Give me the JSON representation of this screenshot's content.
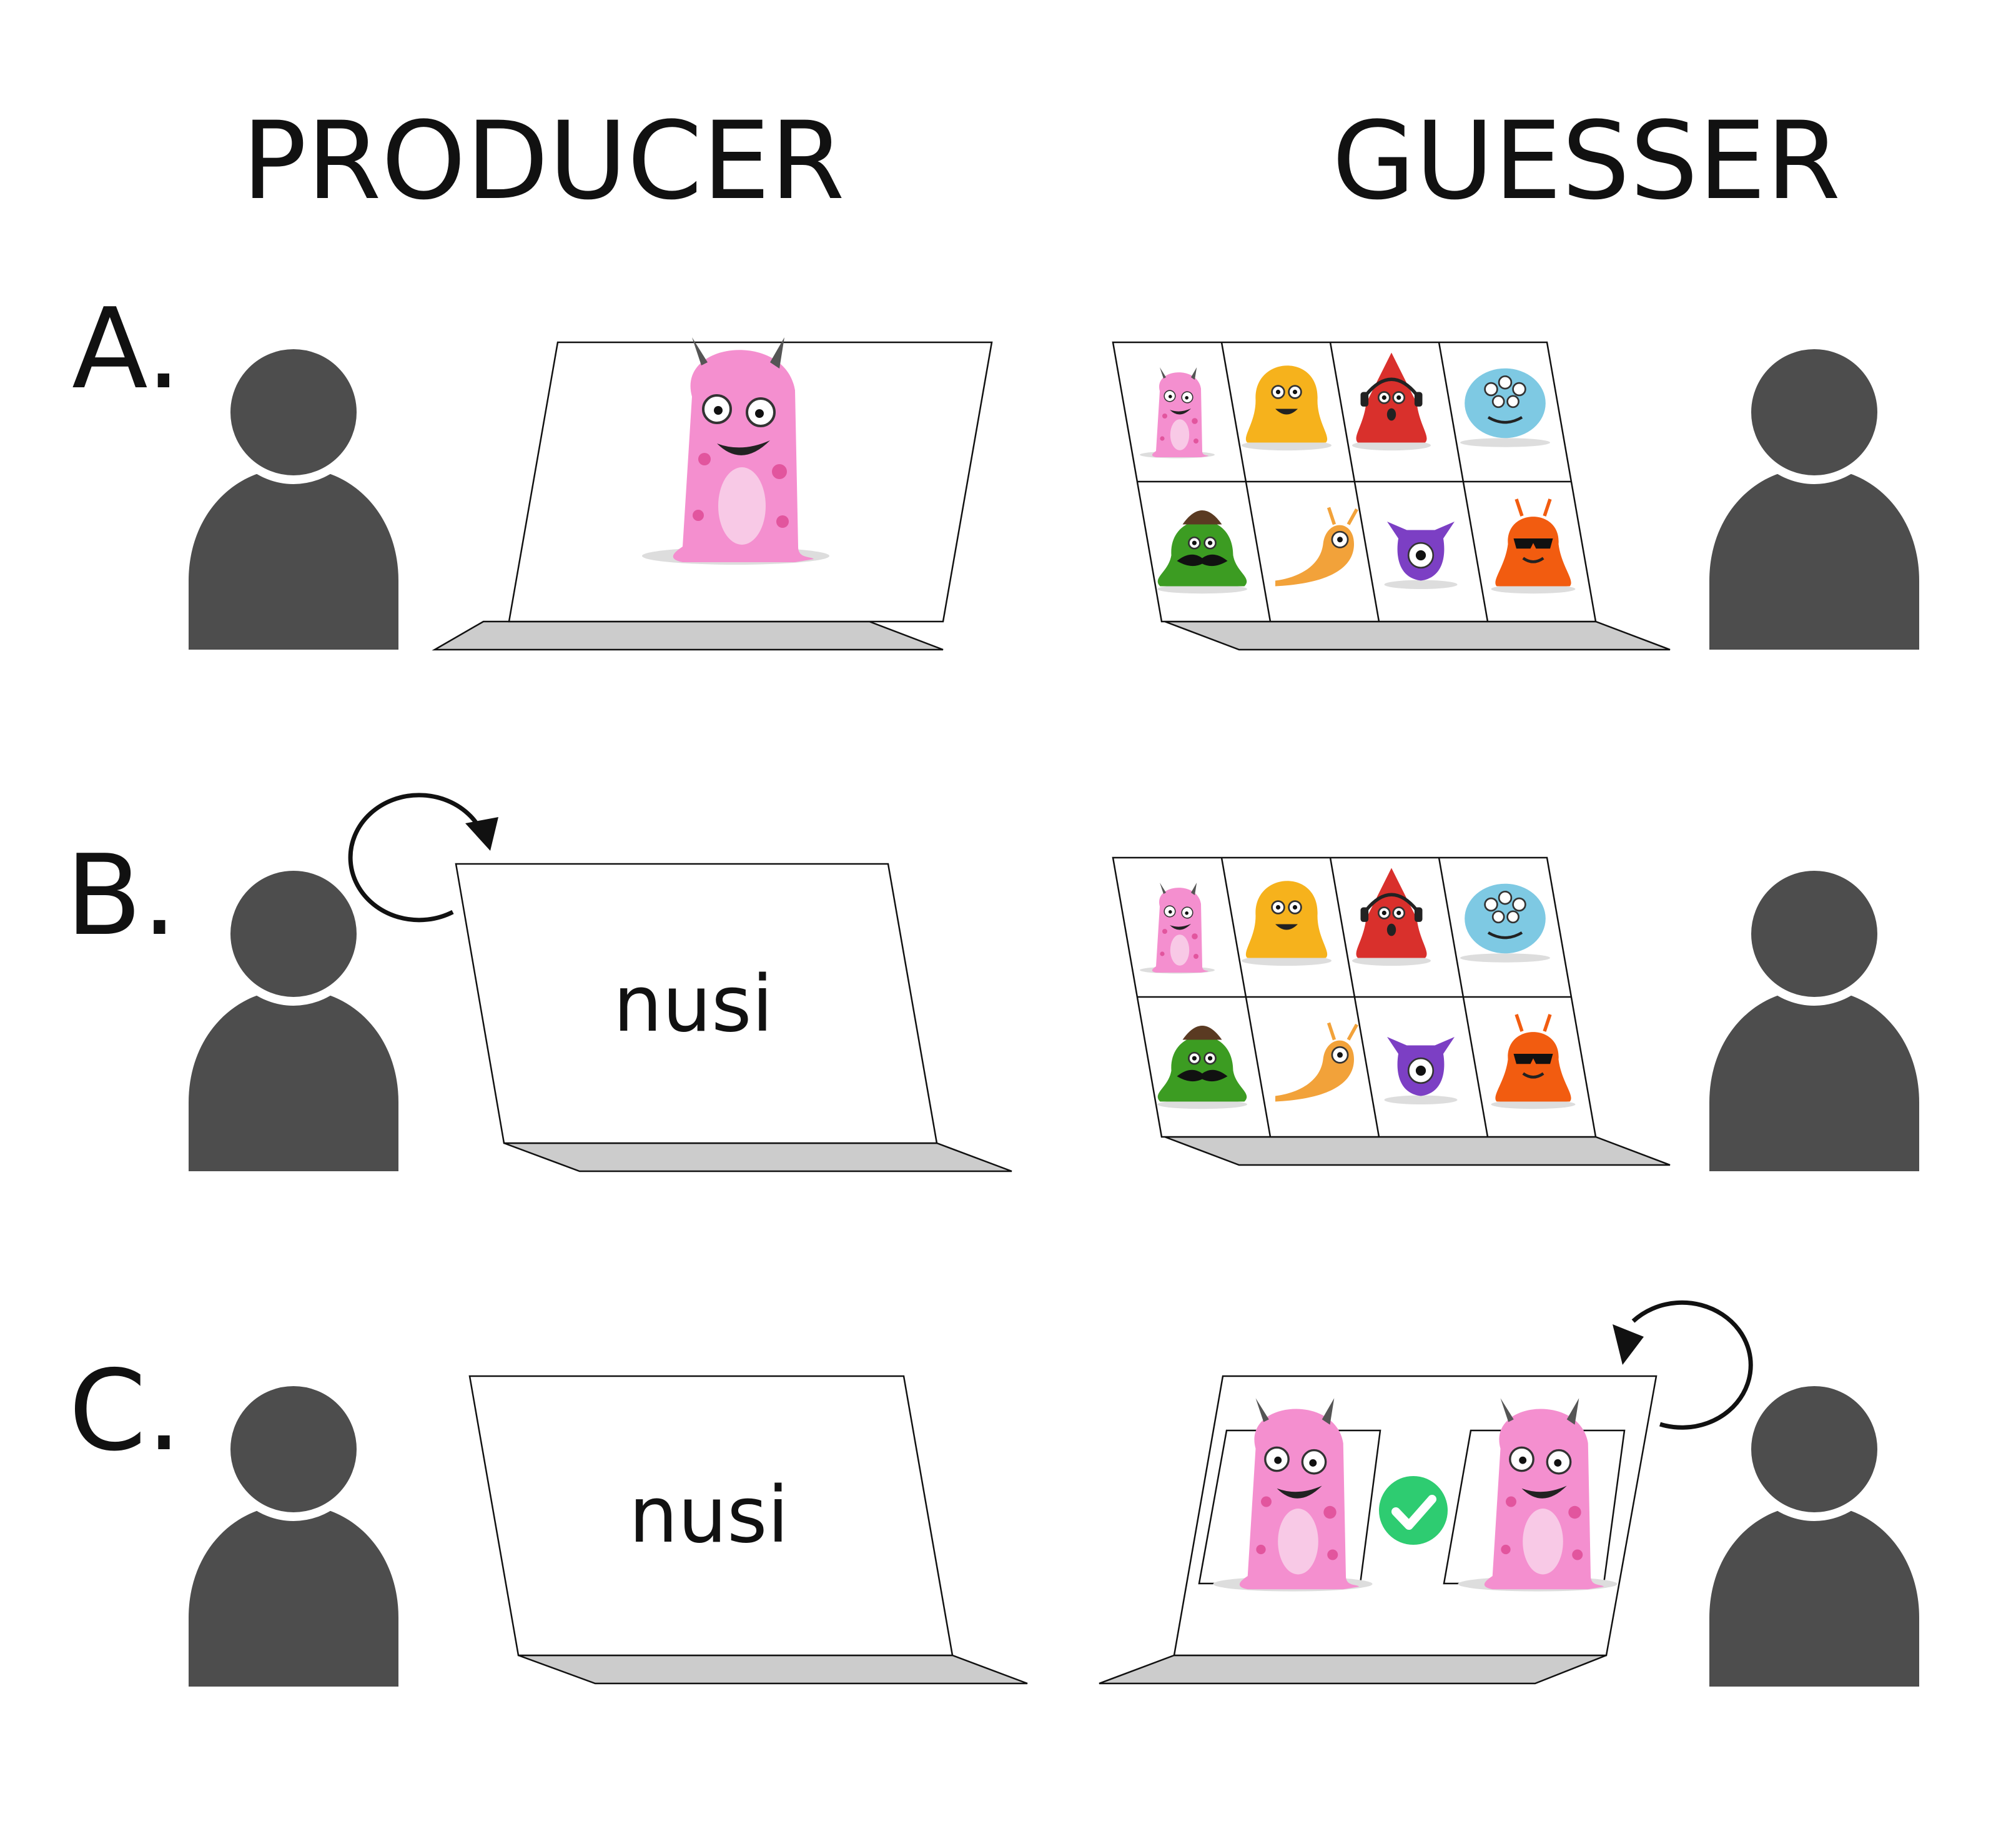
{
  "headers": {
    "producer": "PRODUCER",
    "guesser": "GUESSER"
  },
  "rows": [
    {
      "label": "A.",
      "producer_screen": "monster",
      "guesser_screen": "grid"
    },
    {
      "label": "B.",
      "producer_screen": "word",
      "producer_word": "nusi",
      "producer_rotate_icon": "rotate-icon",
      "guesser_screen": "grid"
    },
    {
      "label": "C.",
      "producer_screen": "word",
      "producer_word": "nusi",
      "guesser_screen": "feedback",
      "guesser_rotate_icon": "rotate-icon",
      "feedback_icon": "check-icon"
    }
  ],
  "monsters": [
    {
      "name": "pink-horned-monster",
      "color": "#f48fcf"
    },
    {
      "name": "yellow-blob-monster",
      "color": "#f6b21c"
    },
    {
      "name": "red-headphone-monster",
      "color": "#d9302c"
    },
    {
      "name": "blue-fluffy-monster",
      "color": "#7ec9e3"
    },
    {
      "name": "green-mustache-monster",
      "color": "#3c9c22"
    },
    {
      "name": "orange-slug-monster",
      "color": "#f2a23a"
    },
    {
      "name": "purple-cyclops-monster",
      "color": "#7c3fc4"
    },
    {
      "name": "orange-sunglasses-monster",
      "color": "#f25c10"
    }
  ],
  "colors": {
    "person": "#4d4d4d",
    "keyboard": "#cccccc",
    "check": "#2ecc71"
  }
}
